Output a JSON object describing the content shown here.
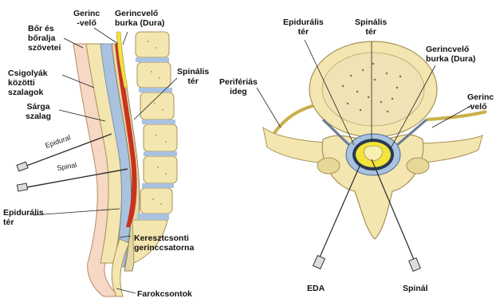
{
  "left": {
    "labels": {
      "skin": "Bőr és\nbőralja\nszövetei",
      "cord": "Gerinc\n-velő",
      "dura": "Gerincvelő\nburka (Dura)",
      "spinal_space": "Spinális\ntér",
      "interspinous": "Csigolyák\nközötti\nszalagok",
      "ligamentum_flavum": "Sárga\nszalag",
      "epidural_space": "Epidurális\ntér",
      "sacral_canal": "Keresztcsonti\ngerinccsatorna",
      "coccyx": "Farokcsontok"
    },
    "needles": {
      "epidural": "Epidural",
      "spinal": "Spinal"
    }
  },
  "right": {
    "labels": {
      "epidural_space": "Epidurális\ntér",
      "spinal_space": "Spinális\ntér",
      "dura": "Gerincvelő\nburka (Dura)",
      "peripheral_nerve": "Perifériás\nideg",
      "cord": "Gerinc\n-velő",
      "eda": "EDA",
      "spinal": "Spinál"
    }
  },
  "colors": {
    "bone": "#f3e6b0",
    "bone_edge": "#a89256",
    "disc_blue": "#a9c2df",
    "cord_yellow": "#f3e43a",
    "cord_red": "#c8321e",
    "skin": "#f6d8c4"
  }
}
